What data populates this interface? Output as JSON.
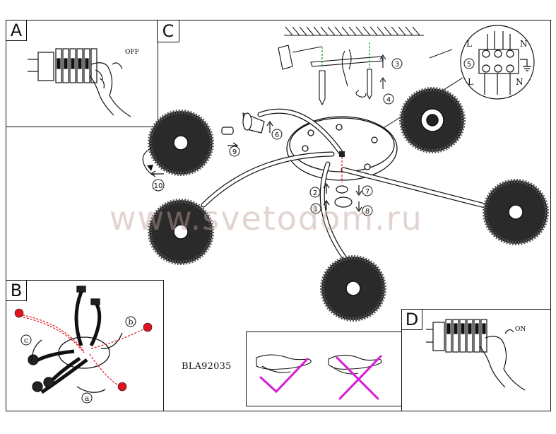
{
  "panels": {
    "a": {
      "label": "A",
      "switch_text": "OFF"
    },
    "b": {
      "label": "B",
      "labels": [
        "a",
        "b",
        "c"
      ]
    },
    "c": {
      "label": "C"
    },
    "d": {
      "label": "D",
      "switch_text": "ON"
    }
  },
  "steps": [
    "1",
    "2",
    "3",
    "4",
    "5",
    "6",
    "7",
    "8",
    "9",
    "10"
  ],
  "terminal_labels": {
    "l_top": "L",
    "n_top": "N",
    "l_bottom": "L",
    "n_bottom": "N"
  },
  "model_code": "BLA92035",
  "watermark": "www.svetodom.ru",
  "colors": {
    "line": "#111111",
    "accent_red": "#e0141e",
    "cross_magenta": "#d81ad8",
    "ground_green": "#1a9a2a"
  }
}
